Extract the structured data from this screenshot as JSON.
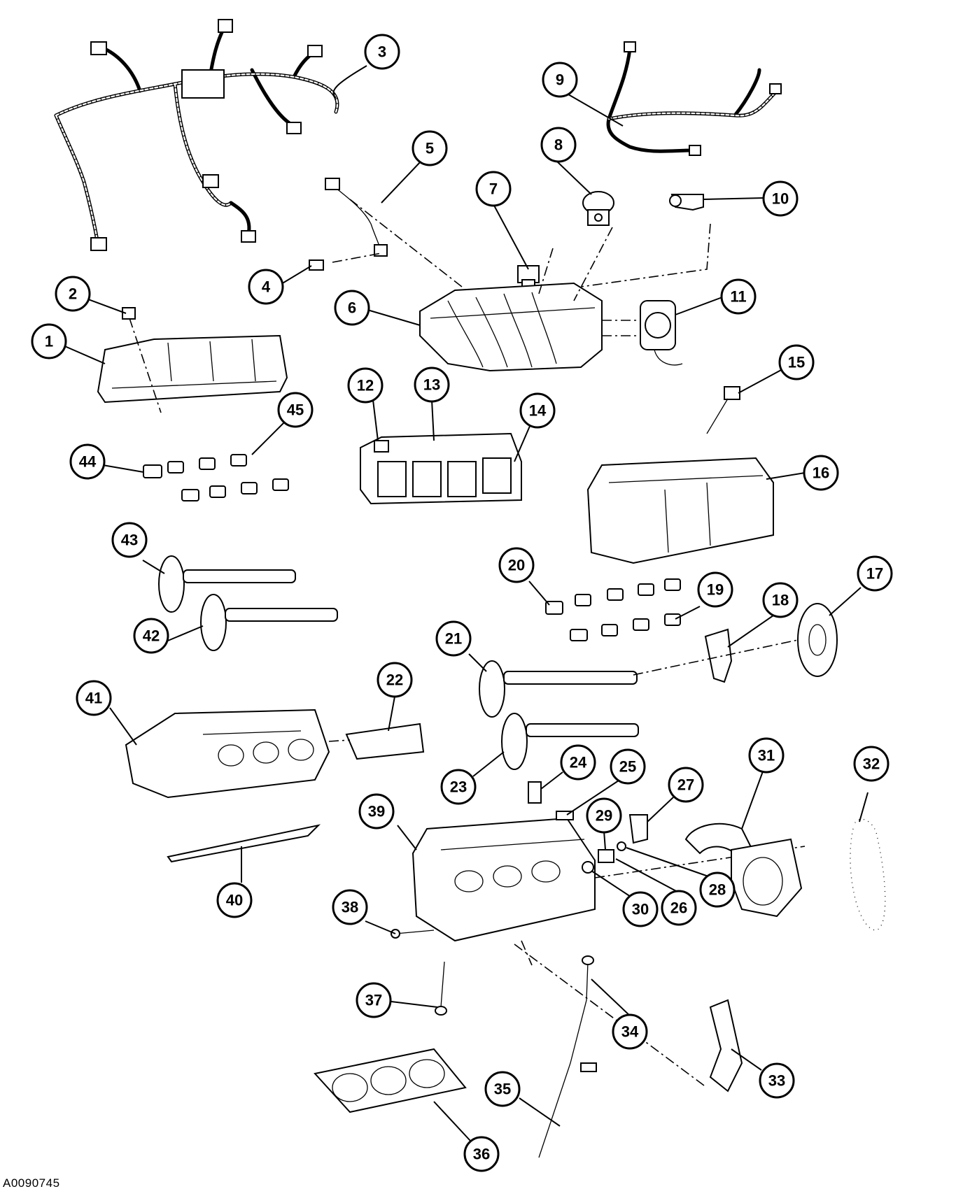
{
  "figure_id": "A0090745",
  "callouts": [
    "1",
    "2",
    "3",
    "4",
    "5",
    "6",
    "7",
    "8",
    "9",
    "10",
    "11",
    "12",
    "13",
    "14",
    "15",
    "16",
    "17",
    "18",
    "19",
    "20",
    "21",
    "22",
    "23",
    "24",
    "25",
    "26",
    "27",
    "28",
    "29",
    "30",
    "31",
    "32",
    "33",
    "34",
    "35",
    "36",
    "37",
    "38",
    "39",
    "40",
    "41",
    "42",
    "43",
    "44",
    "45"
  ]
}
